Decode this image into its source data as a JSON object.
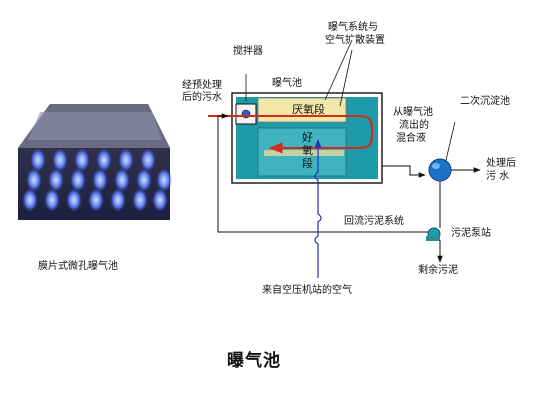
{
  "labels": {
    "membrane_caption": "膜片式微孔曝气池",
    "mixer": "搅拌器",
    "aeration_system_line1": "曝气系统与",
    "aeration_system_line2": "空气扩散装置",
    "aeration_tank": "曝气池",
    "pretreated_line1": "经预处理",
    "pretreated_line2": "后的污水",
    "anoxic_zone": "厌氧段",
    "aerobic_zone": "好氧段",
    "from_tank_line1": "从曝气池",
    "from_tank_line2": "流出的",
    "from_tank_line3": "混合液",
    "secondary_clarifier": "二次沉淀池",
    "treated_line1": "处理后",
    "treated_line2": "污  水",
    "return_sludge": "回流污泥系统",
    "sludge_pump": "污泥泵站",
    "excess_sludge": "剩余污泥",
    "compressor_air": "来自空压机站的空气"
  },
  "title": "曝气池",
  "colors": {
    "tank_water": "#1f9aa8",
    "anoxic_fill": "#f2e6a8",
    "inflow_pipe": "#d42a1a",
    "air_line": "#2330b5",
    "clarifier": "#1a73c8",
    "line": "#111111"
  }
}
